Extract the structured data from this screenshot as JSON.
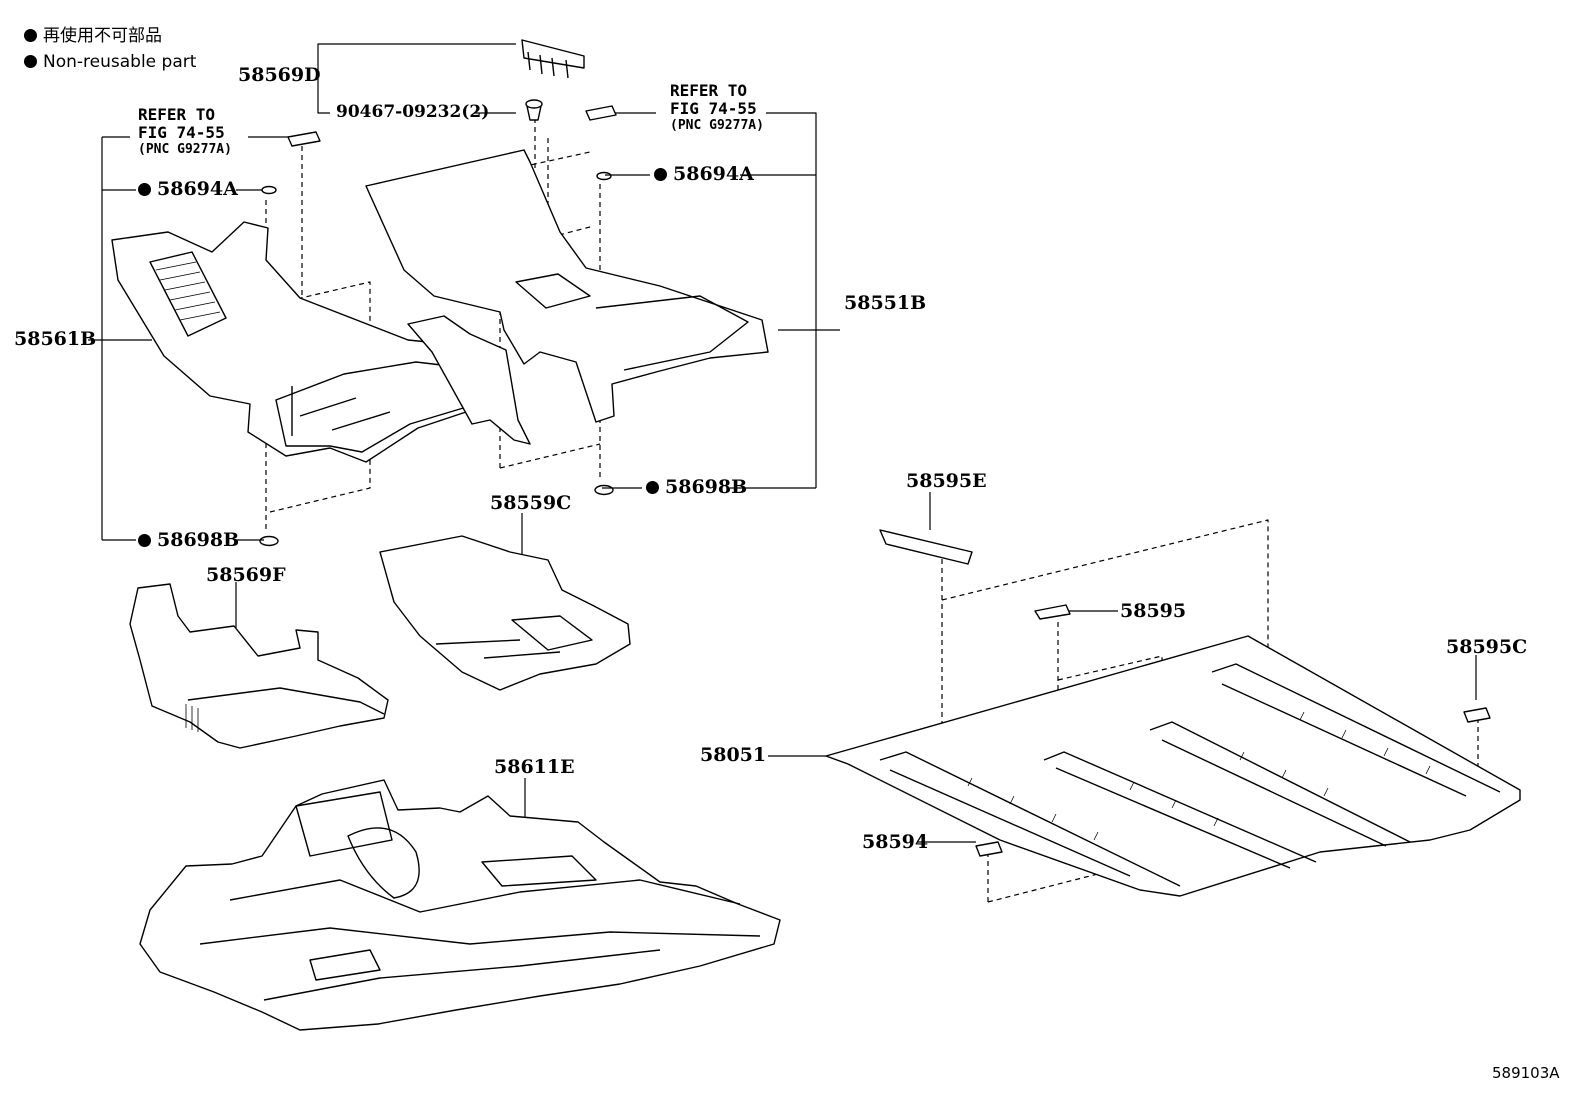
{
  "legend": {
    "japanese": "再使用不可部品",
    "english": "Non-reusable part"
  },
  "refer_note": {
    "line1": "REFER TO",
    "line2": "FIG 74-55",
    "line3": "(PNC G9277A)"
  },
  "labels": {
    "p58569D": "58569D",
    "p90467": "90467-09232(2)",
    "p58694A_left": "58694A",
    "p58694A_right": "58694A",
    "p58561B": "58561B",
    "p58551B": "58551B",
    "p58698B_left": "58698B",
    "p58698B_right": "58698B",
    "p58559C": "58559C",
    "p58569F": "58569F",
    "p58595E": "58595E",
    "p58595": "58595",
    "p58595C": "58595C",
    "p58051": "58051",
    "p58594": "58594",
    "p58611E": "58611E"
  },
  "figure_code": "589103A",
  "colors": {
    "ink": "#000000",
    "paper": "#ffffff"
  }
}
